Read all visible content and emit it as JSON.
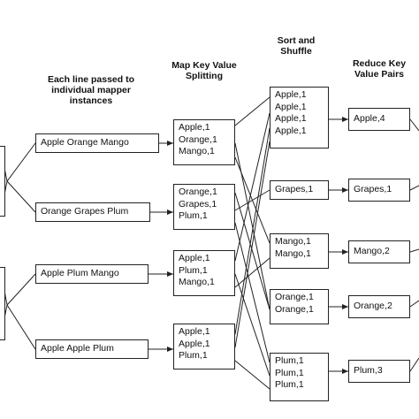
{
  "headers": {
    "lines": "Each line passed to\nindividual mapper\ninstances",
    "map": "Map Key Value\nSplitting",
    "shuffle": "Sort and\nShuffle",
    "reduce": "Reduce Key\nValue Pairs"
  },
  "input_lines": [
    "Apple Orange Mango",
    "Orange Grapes Plum",
    "Apple Plum Mango",
    "Apple Apple Plum"
  ],
  "map_outputs": [
    [
      "Apple,1",
      "Orange,1",
      "Mango,1"
    ],
    [
      "Orange,1",
      "Grapes,1",
      "Plum,1"
    ],
    [
      "Apple,1",
      "Plum,1",
      "Mango,1"
    ],
    [
      "Apple,1",
      "Apple,1",
      "Plum,1"
    ]
  ],
  "shuffle_groups": [
    [
      "Apple,1",
      "Apple,1",
      "Apple,1",
      "Apple,1"
    ],
    [
      "Grapes,1"
    ],
    [
      "Mango,1",
      "Mango,1"
    ],
    [
      "Orange,1",
      "Orange,1"
    ],
    [
      "Plum,1",
      "Plum,1",
      "Plum,1"
    ]
  ],
  "reduce_results": [
    "Apple,4",
    "Grapes,1",
    "Mango,2",
    "Orange,2",
    "Plum,3"
  ]
}
